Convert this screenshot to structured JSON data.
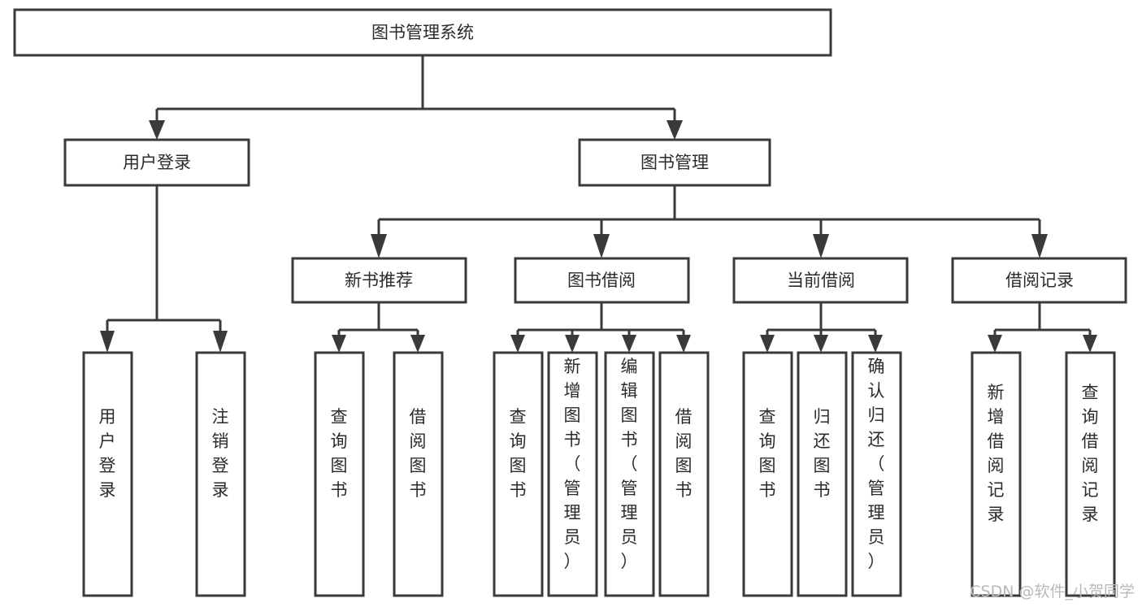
{
  "diagram": {
    "title": "图书管理系统",
    "type": "tree",
    "orientation": "top-down",
    "watermark": "CSDN @软件_小贺同学",
    "colors": {
      "stroke": "#3a3a3a",
      "box_fill": "#ffffff",
      "text": "#2b2b2b",
      "background": "#ffffff",
      "watermark": "#b9b9b9"
    },
    "root": {
      "label": "图书管理系统",
      "orientation": "horizontal"
    },
    "level2": [
      {
        "id": "user-login",
        "label": "用户登录",
        "orientation": "horizontal"
      },
      {
        "id": "book-manage",
        "label": "图书管理",
        "orientation": "horizontal"
      }
    ],
    "level3": [
      {
        "id": "new-book-recommend",
        "label": "新书推荐",
        "orientation": "horizontal",
        "parent": "book-manage"
      },
      {
        "id": "book-borrow",
        "label": "图书借阅",
        "orientation": "horizontal",
        "parent": "book-manage"
      },
      {
        "id": "current-borrow",
        "label": "当前借阅",
        "orientation": "horizontal",
        "parent": "book-manage"
      },
      {
        "id": "borrow-record",
        "label": "借阅记录",
        "orientation": "horizontal",
        "parent": "book-manage"
      }
    ],
    "leaves": {
      "user-login": [
        {
          "id": "leaf-user-login",
          "label": "用户登录",
          "orientation": "vertical"
        },
        {
          "id": "leaf-user-logout",
          "label": "注销登录",
          "orientation": "vertical"
        }
      ],
      "new-book-recommend": [
        {
          "id": "leaf-query-book-1",
          "label": "查询图书",
          "orientation": "vertical"
        },
        {
          "id": "leaf-borrow-book-1",
          "label": "借阅图书",
          "orientation": "vertical"
        }
      ],
      "book-borrow": [
        {
          "id": "leaf-query-book-2",
          "label": "查询图书",
          "orientation": "vertical"
        },
        {
          "id": "leaf-add-book",
          "label": "新增图书（管理员）",
          "orientation": "vertical"
        },
        {
          "id": "leaf-edit-book",
          "label": "编辑图书（管理员）",
          "orientation": "vertical"
        },
        {
          "id": "leaf-borrow-book-2",
          "label": "借阅图书",
          "orientation": "vertical"
        }
      ],
      "current-borrow": [
        {
          "id": "leaf-query-book-3",
          "label": "查询图书",
          "orientation": "vertical"
        },
        {
          "id": "leaf-return-book",
          "label": "归还图书",
          "orientation": "vertical"
        },
        {
          "id": "leaf-confirm-return",
          "label": "确认归还（管理员）",
          "orientation": "vertical"
        }
      ],
      "borrow-record": [
        {
          "id": "leaf-add-record",
          "label": "新增借阅记录",
          "orientation": "vertical"
        },
        {
          "id": "leaf-query-record",
          "label": "查询借阅记录",
          "orientation": "vertical"
        }
      ]
    }
  }
}
